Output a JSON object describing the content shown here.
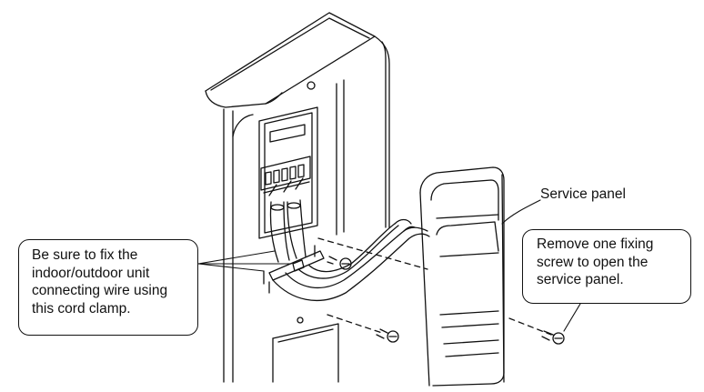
{
  "labels": {
    "service_panel": "Service panel",
    "clamp_note": [
      "Be sure to fix the",
      "indoor/outdoor unit",
      "connecting wire using",
      "this cord clamp."
    ],
    "screw_note": [
      "Remove one fixing",
      "screw to open the",
      "service panel."
    ]
  },
  "colors": {
    "line": "#111111",
    "background": "#ffffff"
  }
}
